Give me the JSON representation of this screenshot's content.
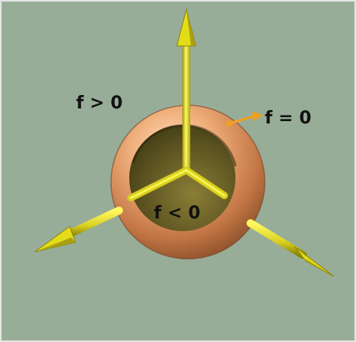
{
  "labels": {
    "outside": "f > 0",
    "surface": "f = 0",
    "inside": "f < 0"
  },
  "colors": {
    "background": "#98ad98",
    "border": "#e4e4e4",
    "axis": "#e4dc18",
    "sphere": "#f0b07c",
    "sphere_shadow": "#8a4e2a",
    "cutaway": "#5a5220",
    "pointer": "#f0a020"
  },
  "icons": {
    "pointer": "arrow-icon"
  }
}
